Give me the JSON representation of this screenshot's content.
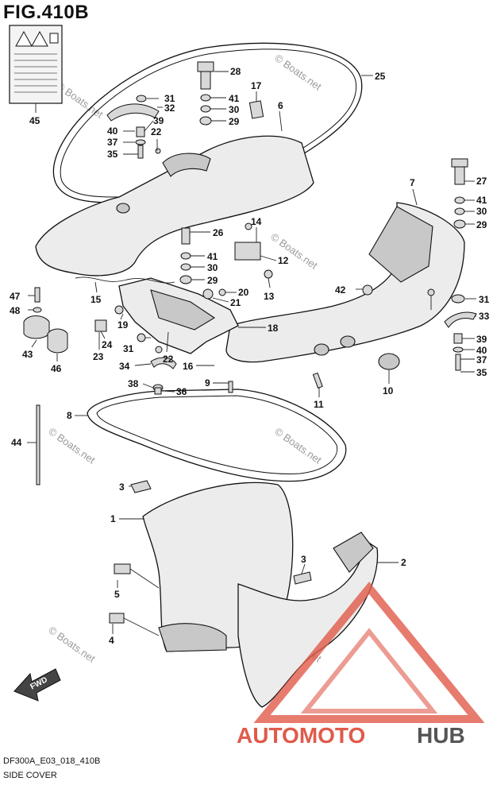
{
  "figure": {
    "title": "FIG.410B",
    "model_code": "DF300A_E03_018_410B",
    "caption": "SIDE COVER"
  },
  "fwd_label": "FWD",
  "brand": {
    "prefix": "AUTOMOTO",
    "suffix": "HUB",
    "primary_color": "#e05a4a",
    "secondary_color": "#555555"
  },
  "watermark_text": "© Boats.net",
  "callouts": [
    "45",
    "25",
    "28",
    "17",
    "31",
    "32",
    "41",
    "6",
    "30",
    "29",
    "39",
    "40",
    "22",
    "37",
    "35",
    "7",
    "27",
    "41",
    "30",
    "29",
    "14",
    "26",
    "12",
    "13",
    "41",
    "30",
    "29",
    "15",
    "47",
    "48",
    "20",
    "21",
    "42",
    "31",
    "19",
    "18",
    "43",
    "24",
    "31",
    "22",
    "33",
    "39",
    "40",
    "37",
    "35",
    "23",
    "46",
    "34",
    "16",
    "9",
    "10",
    "11",
    "38",
    "36",
    "8",
    "44",
    "3",
    "1",
    "3",
    "2",
    "5",
    "4"
  ]
}
